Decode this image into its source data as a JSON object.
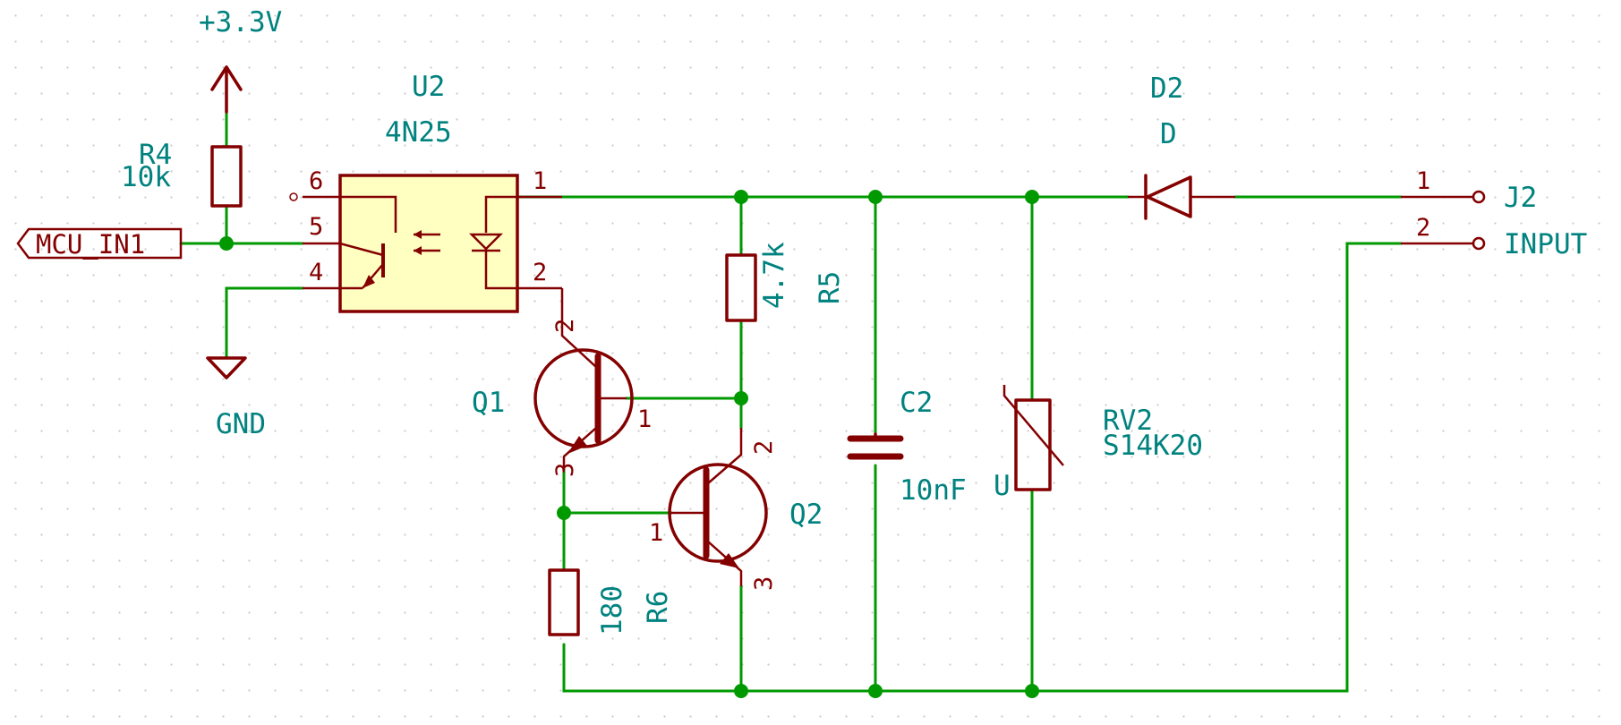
{
  "power": {
    "vcc": "+3.3V",
    "gnd": "GND"
  },
  "global_label": "MCU_IN1",
  "components": {
    "R4": {
      "ref": "R4",
      "value": "10k"
    },
    "U2": {
      "ref": "U2",
      "value": "4N25",
      "pins": [
        "6",
        "5",
        "4",
        "1",
        "2"
      ]
    },
    "D2": {
      "ref": "D2",
      "value": "D"
    },
    "J2": {
      "ref": "J2",
      "value": "INPUT",
      "pins": [
        "1",
        "2"
      ]
    },
    "R5": {
      "ref": "R5",
      "value": "4.7k"
    },
    "C2": {
      "ref": "C2",
      "value": "10nF"
    },
    "RV2": {
      "ref": "RV2",
      "value": "S14K20",
      "marker": "U"
    },
    "Q1": {
      "ref": "Q1",
      "pins": [
        "2",
        "1",
        "3"
      ]
    },
    "Q2": {
      "ref": "Q2",
      "pins": [
        "2",
        "1",
        "3"
      ]
    },
    "R6": {
      "ref": "R6",
      "value": "180"
    }
  },
  "colors": {
    "wire": "#009900",
    "symbol": "#840000",
    "text": "#00827f",
    "ic_fill": "#ffffc2"
  }
}
